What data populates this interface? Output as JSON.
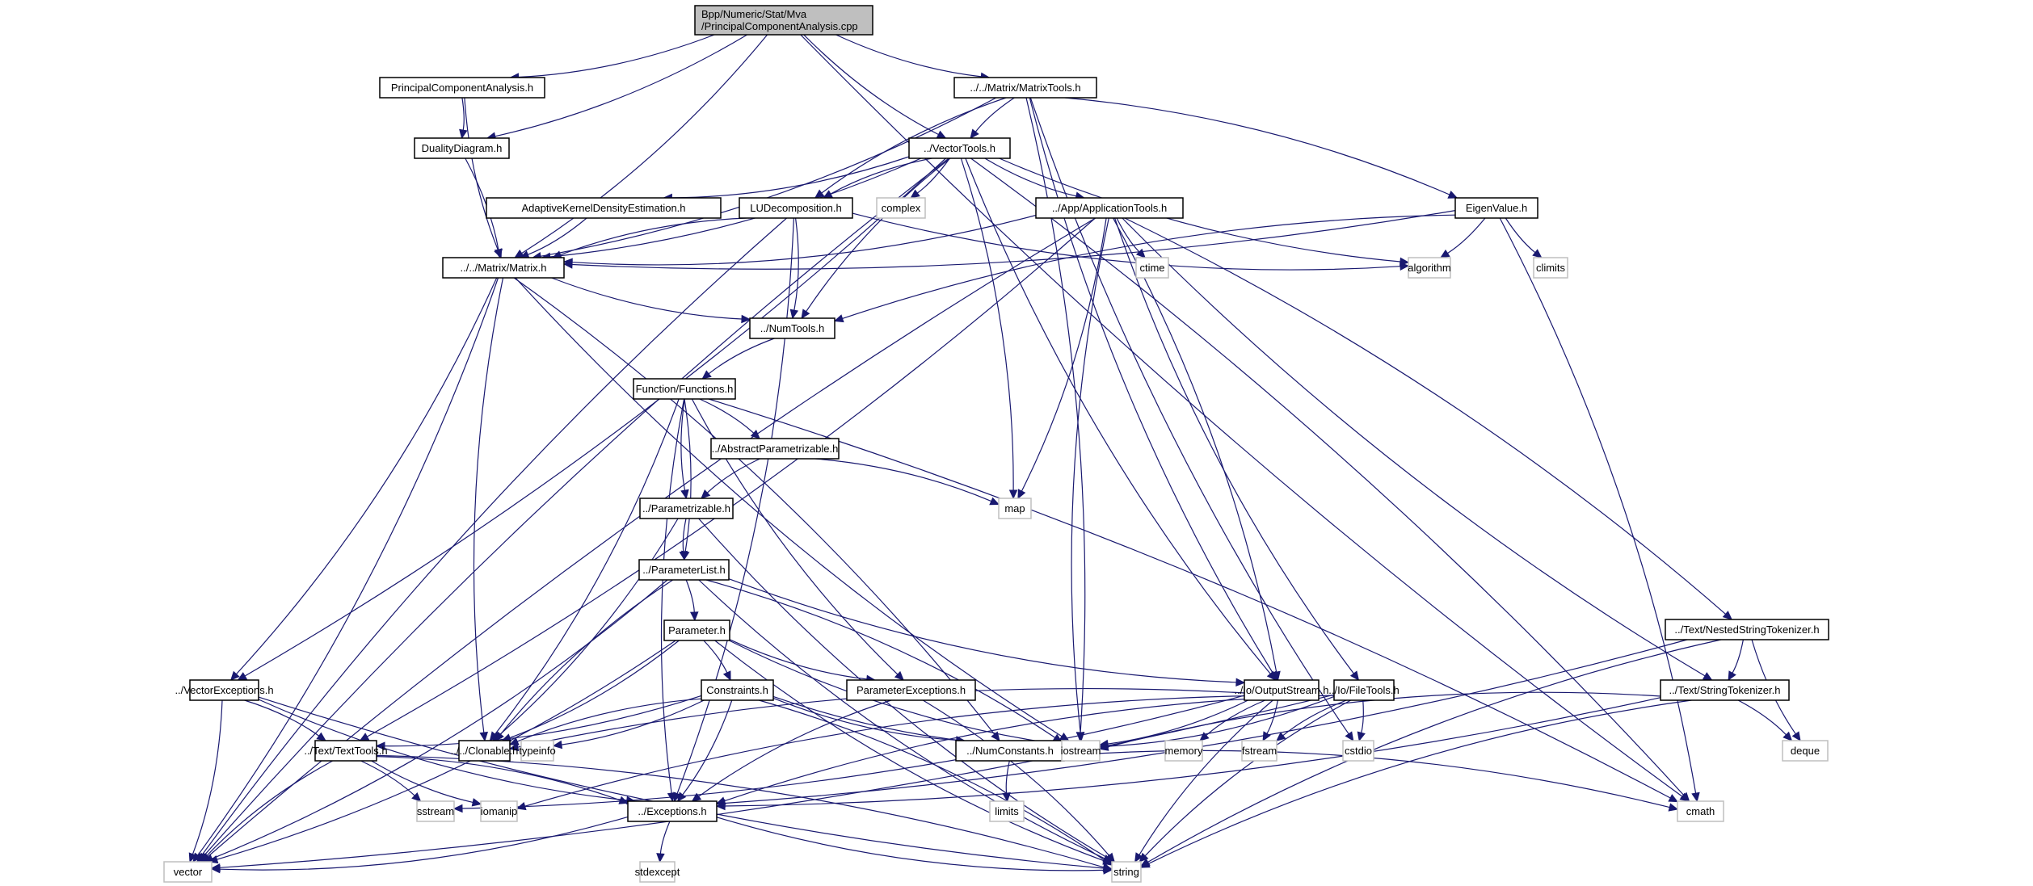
{
  "title": "Include dependency graph for PrincipalComponentAnalysis.cpp",
  "colors": {
    "edge": "#191970",
    "root_fill": "#bfbfbf",
    "system_border": "#bfbfbf",
    "local_border": "#000000"
  },
  "nodes": [
    {
      "id": "pca_cpp",
      "label": [
        "Bpp/Numeric/Stat/Mva",
        "/PrincipalComponentAnalysis.cpp"
      ],
      "kind": "root"
    },
    {
      "id": "pca_h",
      "label": [
        "PrincipalComponentAnalysis.h"
      ],
      "kind": "local"
    },
    {
      "id": "matrixtools",
      "label": [
        "../../Matrix/MatrixTools.h"
      ],
      "kind": "local"
    },
    {
      "id": "duality",
      "label": [
        "DualityDiagram.h"
      ],
      "kind": "local"
    },
    {
      "id": "vectortools",
      "label": [
        "../VectorTools.h"
      ],
      "kind": "local"
    },
    {
      "id": "akde",
      "label": [
        "AdaptiveKernelDensityEstimation.h"
      ],
      "kind": "local"
    },
    {
      "id": "lu",
      "label": [
        "LUDecomposition.h"
      ],
      "kind": "local"
    },
    {
      "id": "complex",
      "label": [
        "complex"
      ],
      "kind": "system"
    },
    {
      "id": "apptools",
      "label": [
        "../App/ApplicationTools.h"
      ],
      "kind": "local"
    },
    {
      "id": "eigen",
      "label": [
        "EigenValue.h"
      ],
      "kind": "local"
    },
    {
      "id": "matrix",
      "label": [
        "../../Matrix/Matrix.h"
      ],
      "kind": "local"
    },
    {
      "id": "ctime",
      "label": [
        "ctime"
      ],
      "kind": "system"
    },
    {
      "id": "algorithm",
      "label": [
        "algorithm"
      ],
      "kind": "system"
    },
    {
      "id": "climits",
      "label": [
        "climits"
      ],
      "kind": "system"
    },
    {
      "id": "numtools",
      "label": [
        "../NumTools.h"
      ],
      "kind": "local"
    },
    {
      "id": "functions",
      "label": [
        "Function/Functions.h"
      ],
      "kind": "local"
    },
    {
      "id": "absparam",
      "label": [
        "../AbstractParametrizable.h"
      ],
      "kind": "local"
    },
    {
      "id": "map",
      "label": [
        "map"
      ],
      "kind": "system"
    },
    {
      "id": "parametrizable",
      "label": [
        "../Parametrizable.h"
      ],
      "kind": "local"
    },
    {
      "id": "paramlist",
      "label": [
        "../ParameterList.h"
      ],
      "kind": "local"
    },
    {
      "id": "parameter",
      "label": [
        "Parameter.h"
      ],
      "kind": "local"
    },
    {
      "id": "nested",
      "label": [
        "../Text/NestedStringTokenizer.h"
      ],
      "kind": "local"
    },
    {
      "id": "vecexc",
      "label": [
        "../VectorExceptions.h"
      ],
      "kind": "local"
    },
    {
      "id": "constraints",
      "label": [
        "Constraints.h"
      ],
      "kind": "local"
    },
    {
      "id": "paramexc",
      "label": [
        "ParameterExceptions.h"
      ],
      "kind": "local"
    },
    {
      "id": "outstream",
      "label": [
        "../Io/OutputStream.h"
      ],
      "kind": "local"
    },
    {
      "id": "filetools",
      "label": [
        "../Io/FileTools.h"
      ],
      "kind": "local"
    },
    {
      "id": "strtok",
      "label": [
        "../Text/StringTokenizer.h"
      ],
      "kind": "local"
    },
    {
      "id": "texttools",
      "label": [
        "../Text/TextTools.h"
      ],
      "kind": "local"
    },
    {
      "id": "clonable",
      "label": [
        "../../Clonable.h"
      ],
      "kind": "local"
    },
    {
      "id": "typeinfo",
      "label": [
        "typeinfo"
      ],
      "kind": "system"
    },
    {
      "id": "numconst",
      "label": [
        "../NumConstants.h"
      ],
      "kind": "local"
    },
    {
      "id": "iostream",
      "label": [
        "iostream"
      ],
      "kind": "system"
    },
    {
      "id": "memory",
      "label": [
        "memory"
      ],
      "kind": "system"
    },
    {
      "id": "fstream",
      "label": [
        "fstream"
      ],
      "kind": "system"
    },
    {
      "id": "cstdio",
      "label": [
        "cstdio"
      ],
      "kind": "system"
    },
    {
      "id": "deque",
      "label": [
        "deque"
      ],
      "kind": "system"
    },
    {
      "id": "sstream",
      "label": [
        "sstream"
      ],
      "kind": "system"
    },
    {
      "id": "iomanip",
      "label": [
        "iomanip"
      ],
      "kind": "system"
    },
    {
      "id": "exceptions",
      "label": [
        "../Exceptions.h"
      ],
      "kind": "local"
    },
    {
      "id": "limits",
      "label": [
        "limits"
      ],
      "kind": "system"
    },
    {
      "id": "cmath",
      "label": [
        "cmath"
      ],
      "kind": "system"
    },
    {
      "id": "vector",
      "label": [
        "vector"
      ],
      "kind": "system"
    },
    {
      "id": "stdexcept",
      "label": [
        "stdexcept"
      ],
      "kind": "system"
    },
    {
      "id": "string",
      "label": [
        "string"
      ],
      "kind": "system"
    }
  ],
  "edges": [
    [
      "pca_cpp",
      "pca_h"
    ],
    [
      "pca_cpp",
      "matrixtools"
    ],
    [
      "pca_cpp",
      "duality"
    ],
    [
      "pca_cpp",
      "vectortools"
    ],
    [
      "pca_cpp",
      "matrix"
    ],
    [
      "pca_cpp",
      "cmath"
    ],
    [
      "pca_h",
      "duality"
    ],
    [
      "pca_h",
      "matrix"
    ],
    [
      "duality",
      "matrix"
    ],
    [
      "matrixtools",
      "vectortools"
    ],
    [
      "matrixtools",
      "matrix"
    ],
    [
      "matrixtools",
      "lu"
    ],
    [
      "matrixtools",
      "eigen"
    ],
    [
      "matrixtools",
      "outstream"
    ],
    [
      "matrixtools",
      "iostream"
    ],
    [
      "matrixtools",
      "cstdio"
    ],
    [
      "vectortools",
      "akde"
    ],
    [
      "vectortools",
      "lu"
    ],
    [
      "vectortools",
      "complex"
    ],
    [
      "vectortools",
      "apptools"
    ],
    [
      "vectortools",
      "matrix"
    ],
    [
      "vectortools",
      "numtools"
    ],
    [
      "vectortools",
      "vecexc"
    ],
    [
      "vectortools",
      "algorithm"
    ],
    [
      "vectortools",
      "map"
    ],
    [
      "vectortools",
      "outstream"
    ],
    [
      "vectortools",
      "cmath"
    ],
    [
      "vectortools",
      "vector"
    ],
    [
      "akde",
      "matrix"
    ],
    [
      "lu",
      "matrix"
    ],
    [
      "lu",
      "numtools"
    ],
    [
      "lu",
      "algorithm"
    ],
    [
      "lu",
      "exceptions"
    ],
    [
      "lu",
      "vector"
    ],
    [
      "apptools",
      "matrix"
    ],
    [
      "apptools",
      "ctime"
    ],
    [
      "apptools",
      "map"
    ],
    [
      "apptools",
      "iostream"
    ],
    [
      "apptools",
      "outstream"
    ],
    [
      "apptools",
      "filetools"
    ],
    [
      "apptools",
      "texttools"
    ],
    [
      "apptools",
      "strtok"
    ],
    [
      "apptools",
      "nested"
    ],
    [
      "apptools",
      "vector"
    ],
    [
      "eigen",
      "matrix"
    ],
    [
      "eigen",
      "numtools"
    ],
    [
      "eigen",
      "algorithm"
    ],
    [
      "eigen",
      "climits"
    ],
    [
      "eigen",
      "cmath"
    ],
    [
      "matrix",
      "numtools"
    ],
    [
      "matrix",
      "vecexc"
    ],
    [
      "matrix",
      "clonable"
    ],
    [
      "matrix",
      "numconst"
    ],
    [
      "matrix",
      "iostream"
    ],
    [
      "matrix",
      "vector"
    ],
    [
      "numtools",
      "functions"
    ],
    [
      "functions",
      "absparam"
    ],
    [
      "functions",
      "parametrizable"
    ],
    [
      "functions",
      "paramlist"
    ],
    [
      "functions",
      "paramexc"
    ],
    [
      "functions",
      "clonable"
    ],
    [
      "functions",
      "exceptions"
    ],
    [
      "functions",
      "cmath"
    ],
    [
      "absparam",
      "parametrizable"
    ],
    [
      "absparam",
      "map"
    ],
    [
      "parametrizable",
      "paramlist"
    ],
    [
      "parametrizable",
      "clonable"
    ],
    [
      "parametrizable",
      "string"
    ],
    [
      "paramlist",
      "parameter"
    ],
    [
      "paramlist",
      "clonable"
    ],
    [
      "paramlist",
      "iostream"
    ],
    [
      "paramlist",
      "outstream"
    ],
    [
      "paramlist",
      "vector"
    ],
    [
      "paramlist",
      "string"
    ],
    [
      "parameter",
      "constraints"
    ],
    [
      "parameter",
      "paramexc"
    ],
    [
      "parameter",
      "clonable"
    ],
    [
      "parameter",
      "iostream"
    ],
    [
      "parameter",
      "vector"
    ],
    [
      "parameter",
      "string"
    ],
    [
      "nested",
      "strtok"
    ],
    [
      "nested",
      "deque"
    ],
    [
      "nested",
      "exceptions"
    ],
    [
      "nested",
      "string"
    ],
    [
      "vecexc",
      "texttools"
    ],
    [
      "vecexc",
      "exceptions"
    ],
    [
      "vecexc",
      "vector"
    ],
    [
      "vecexc",
      "string"
    ],
    [
      "constraints",
      "texttools"
    ],
    [
      "constraints",
      "clonable"
    ],
    [
      "constraints",
      "typeinfo"
    ],
    [
      "constraints",
      "numconst"
    ],
    [
      "constraints",
      "exceptions"
    ],
    [
      "constraints",
      "iostream"
    ],
    [
      "constraints",
      "string"
    ],
    [
      "paramexc",
      "exceptions"
    ],
    [
      "paramexc",
      "string"
    ],
    [
      "outstream",
      "clonable"
    ],
    [
      "outstream",
      "iostream"
    ],
    [
      "outstream",
      "memory"
    ],
    [
      "outstream",
      "fstream"
    ],
    [
      "outstream",
      "iomanip"
    ],
    [
      "outstream",
      "sstream"
    ],
    [
      "outstream",
      "string"
    ],
    [
      "filetools",
      "iostream"
    ],
    [
      "filetools",
      "fstream"
    ],
    [
      "filetools",
      "cstdio"
    ],
    [
      "filetools",
      "exceptions"
    ],
    [
      "filetools",
      "vector"
    ],
    [
      "filetools",
      "string"
    ],
    [
      "strtok",
      "deque"
    ],
    [
      "strtok",
      "iostream"
    ],
    [
      "strtok",
      "exceptions"
    ],
    [
      "strtok",
      "string"
    ],
    [
      "texttools",
      "sstream"
    ],
    [
      "texttools",
      "iomanip"
    ],
    [
      "texttools",
      "exceptions"
    ],
    [
      "texttools",
      "vector"
    ],
    [
      "texttools",
      "string"
    ],
    [
      "numconst",
      "limits"
    ],
    [
      "numconst",
      "cmath"
    ],
    [
      "exceptions",
      "stdexcept"
    ],
    [
      "exceptions",
      "vector"
    ],
    [
      "exceptions",
      "string"
    ]
  ]
}
